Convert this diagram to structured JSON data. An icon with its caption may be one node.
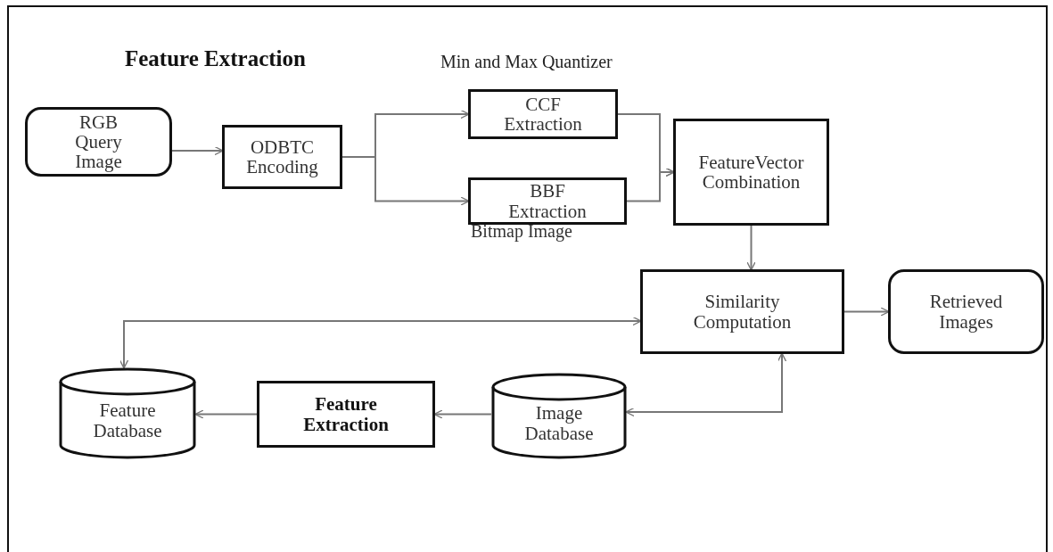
{
  "diagram": {
    "title": "Feature Extraction",
    "nodes": [
      {
        "text": [
          "RGB Query Image"
        ]
      },
      {
        "text": [
          "ODBTC Encoding"
        ]
      },
      {
        "text": [
          "CCF Extraction"
        ]
      },
      {
        "text": [
          "BBF Extraction"
        ],
        "beside": [
          "Bitmap Image"
        ]
      },
      {
        "text": [
          "FeatureVector Combination"
        ]
      },
      {
        "text": [
          "Similarity Computation"
        ]
      },
      {
        "text": [
          "Retrieved Images"
        ]
      },
      {
        "text": [
          "Feature Database"
        ]
      },
      {
        "text": [
          "Feature Extraction"
        ]
      },
      {
        "text": [
          "Image Database"
        ]
      }
    ],
    "edges": [
      {
        "from": 0,
        "to": 1,
        "arrow": "to"
      },
      {
        "from": 1,
        "to": 2,
        "arrow": "to"
      },
      {
        "from": 1,
        "to": 3,
        "arrow": "to"
      },
      {
        "from": 2,
        "to": 4,
        "arrow": "to"
      },
      {
        "from": 3,
        "to": 4,
        "arrow": "to"
      },
      {
        "from": 4,
        "to": 5,
        "arrow": "to"
      },
      {
        "from": 5,
        "to": 6,
        "arrow": "to"
      },
      {
        "from": 5,
        "to": 7,
        "arrow": "both"
      },
      {
        "from": 9,
        "to": 5,
        "arrow": "both"
      },
      {
        "from": 9,
        "to": 8,
        "arrow": "to"
      },
      {
        "from": 8,
        "to": 7,
        "arrow": "to"
      }
    ],
    "labels": [
      "Min and Max Quantizer"
    ]
  }
}
